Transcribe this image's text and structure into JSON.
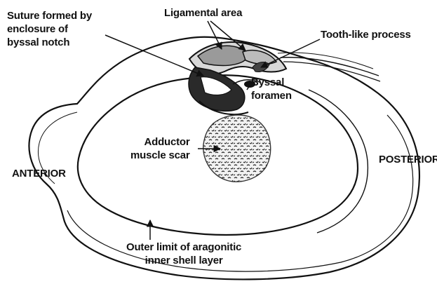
{
  "labels": {
    "suture": [
      "Suture formed by",
      "enclosure of",
      "byssal notch"
    ],
    "ligamental": "Ligamental area",
    "tooth": "Tooth-like process",
    "byssal_foramen": [
      "Byssal",
      "foramen"
    ],
    "adductor": [
      "Adductor",
      "muscle scar"
    ],
    "anterior": "ANTERIOR",
    "posterior": "POSTERIOR",
    "outer_limit": [
      "Outer limit of aragonitic",
      "inner shell layer"
    ]
  },
  "colors": {
    "ink": "#111111",
    "paper": "#ffffff",
    "scar_fill": "#e9e9e9"
  }
}
